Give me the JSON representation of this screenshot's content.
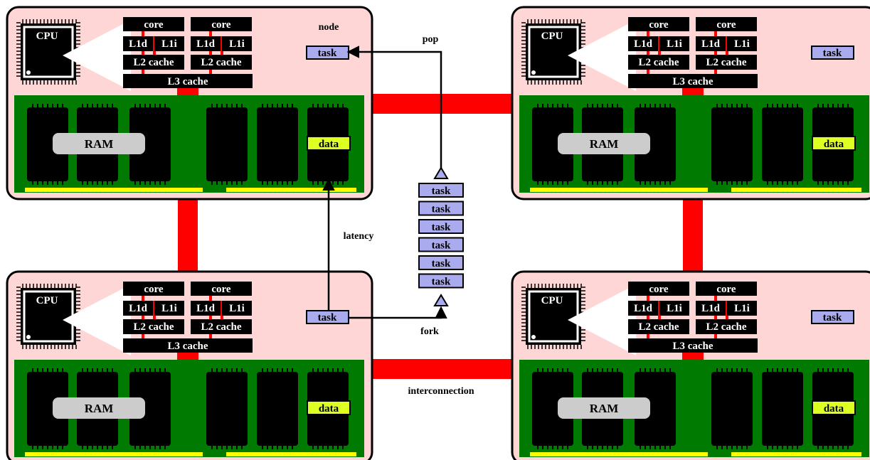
{
  "nodes": [
    {
      "id": "top-left",
      "node_label": "node",
      "cpu_label": "CPU",
      "cores": [
        {
          "core_label": "core",
          "l1d_label": "L1d",
          "l1i_label": "L1i",
          "l2_label": "L2 cache"
        },
        {
          "core_label": "core",
          "l1d_label": "L1d",
          "l1i_label": "L1i",
          "l2_label": "L2 cache"
        }
      ],
      "l3_label": "L3 cache",
      "ram_label": "RAM",
      "data_label": "data",
      "task_label": "task"
    },
    {
      "id": "top-right",
      "node_label": "",
      "cpu_label": "CPU",
      "cores": [
        {
          "core_label": "core",
          "l1d_label": "L1d",
          "l1i_label": "L1i",
          "l2_label": "L2 cache"
        },
        {
          "core_label": "core",
          "l1d_label": "L1d",
          "l1i_label": "L1i",
          "l2_label": "L2 cache"
        }
      ],
      "l3_label": "L3 cache",
      "ram_label": "RAM",
      "data_label": "data",
      "task_label": "task"
    },
    {
      "id": "bottom-left",
      "node_label": "",
      "cpu_label": "CPU",
      "cores": [
        {
          "core_label": "core",
          "l1d_label": "L1d",
          "l1i_label": "L1i",
          "l2_label": "L2 cache"
        },
        {
          "core_label": "core",
          "l1d_label": "L1d",
          "l1i_label": "L1i",
          "l2_label": "L2 cache"
        }
      ],
      "l3_label": "L3 cache",
      "ram_label": "RAM",
      "data_label": "data",
      "task_label": "task"
    },
    {
      "id": "bottom-right",
      "node_label": "",
      "cpu_label": "CPU",
      "cores": [
        {
          "core_label": "core",
          "l1d_label": "L1d",
          "l1i_label": "L1i",
          "l2_label": "L2 cache"
        },
        {
          "core_label": "core",
          "l1d_label": "L1d",
          "l1i_label": "L1i",
          "l2_label": "L2 cache"
        }
      ],
      "l3_label": "L3 cache",
      "ram_label": "RAM",
      "data_label": "data",
      "task_label": "task"
    }
  ],
  "queue": {
    "tasks": [
      "task",
      "task",
      "task",
      "task",
      "task",
      "task"
    ]
  },
  "annotations": {
    "pop": "pop",
    "fork": "fork",
    "latency": "latency",
    "interconnection": "interconnection"
  },
  "colors": {
    "node_bg": "#ffd6d6",
    "interconnect": "#ff0000",
    "ram_board": "#007a00",
    "chip": "#000000",
    "pins": "#ffff00",
    "task_fill": "#aaaaee",
    "data_fill": "#ddff22",
    "ram_label_bg": "#cccccc",
    "cache_link": "#ff0000"
  }
}
